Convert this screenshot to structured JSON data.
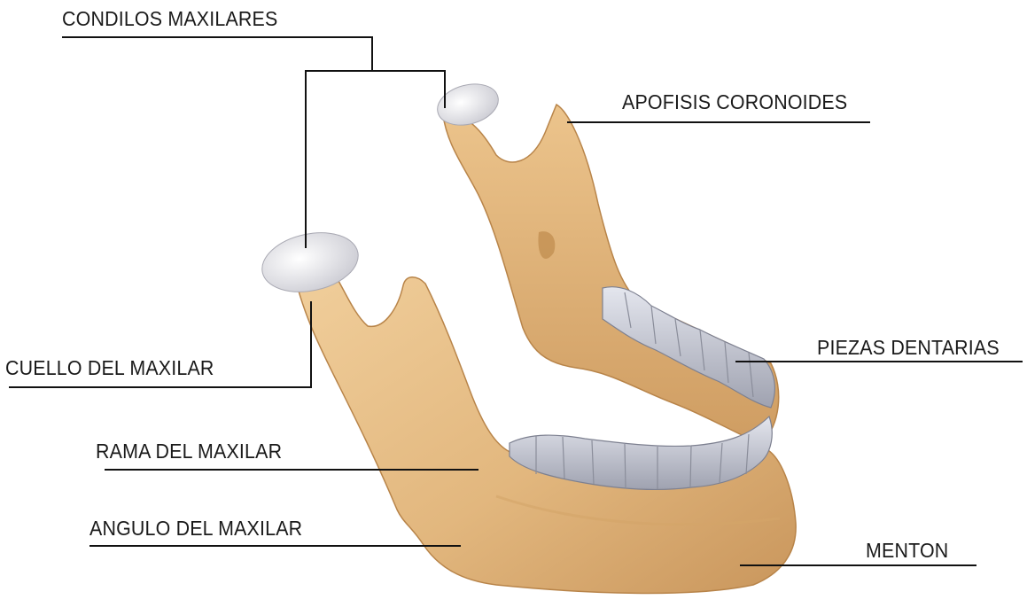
{
  "labels": {
    "condilos": "CONDILOS MAXILARES",
    "apofisis": "APOFISIS CORONOIDES",
    "piezas": "PIEZAS DENTARIAS",
    "cuello": "CUELLO DEL MAXILAR",
    "rama": "RAMA DEL MAXILAR",
    "angulo": "ANGULO DEL MAXILAR",
    "menton": "MENTON"
  },
  "colors": {
    "bone": "#e2b77e",
    "bone_dark": "#c8955a",
    "bone_light": "#f2d3a3",
    "tooth": "#c9ccd6",
    "cartilage": "#eeeef2",
    "leader_line": "#111111"
  }
}
